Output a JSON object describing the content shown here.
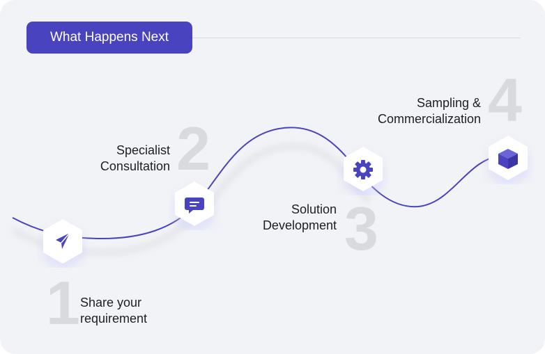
{
  "header": {
    "title": "What Happens Next"
  },
  "steps": [
    {
      "number": "1",
      "label_line1": "Share your",
      "label_line2": "requirement",
      "icon": "send-icon"
    },
    {
      "number": "2",
      "label_line1": "Specialist",
      "label_line2": "Consultation",
      "icon": "chat-icon"
    },
    {
      "number": "3",
      "label_line1": "Solution",
      "label_line2": "Development",
      "icon": "gear-icon"
    },
    {
      "number": "4",
      "label_line1": "Sampling &",
      "label_line2": "Commercialization",
      "icon": "box-icon"
    }
  ],
  "colors": {
    "accent": "#4a43c0",
    "background": "#f2f3f6",
    "number": "#d9dade"
  }
}
